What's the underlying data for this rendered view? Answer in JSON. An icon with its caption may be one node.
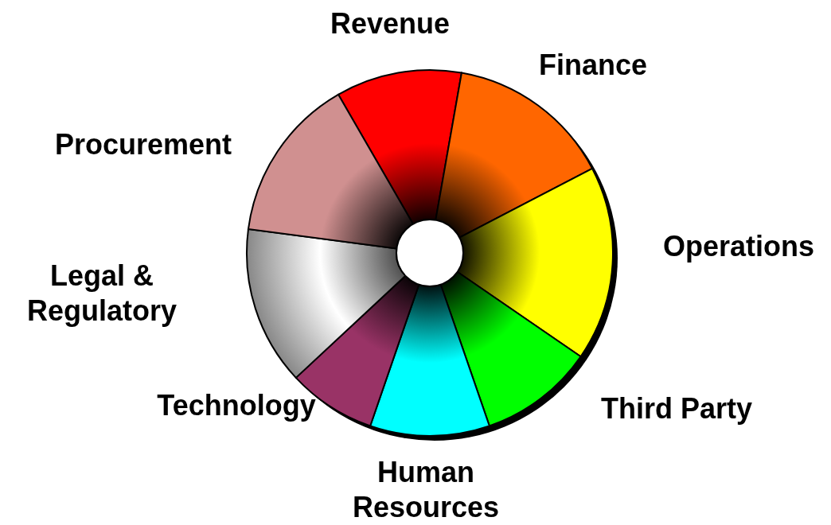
{
  "diagram": {
    "nodes": [
      {
        "text": [
          "Revenue"
        ]
      },
      {
        "text": [
          "Finance"
        ]
      },
      {
        "text": [
          "Operations"
        ]
      },
      {
        "text": [
          "Third Party"
        ]
      },
      {
        "text": [
          "Human Resources"
        ]
      },
      {
        "text": [
          "Technology"
        ]
      },
      {
        "text": [
          "Legal & Regulatory"
        ]
      },
      {
        "text": [
          "Procurement"
        ]
      }
    ]
  }
}
